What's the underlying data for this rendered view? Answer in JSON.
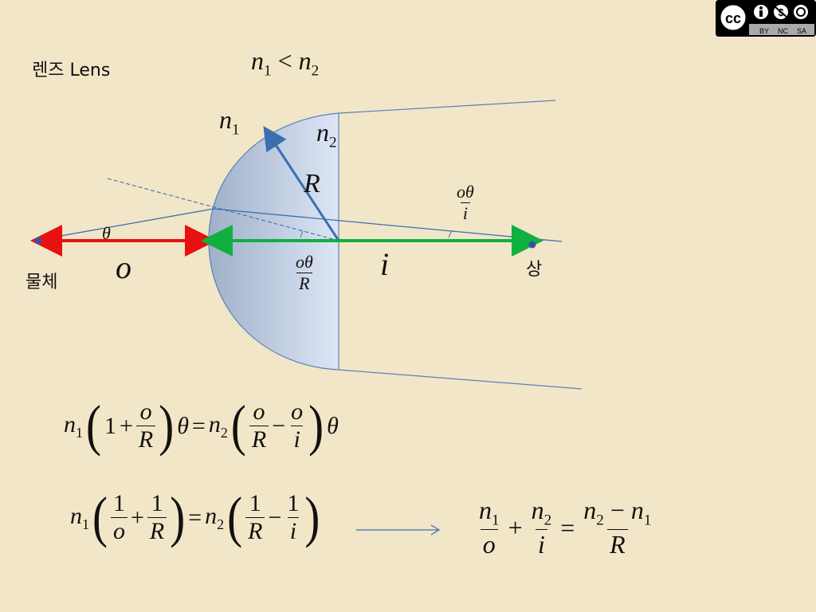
{
  "title": "렌즈 Lens",
  "condition": {
    "n_a": "n",
    "sub_a": "1",
    "op": "<",
    "n_b": "n",
    "sub_b": "2"
  },
  "diagram": {
    "object_label": "물체",
    "image_label": "상",
    "n1": {
      "sym": "n",
      "sub": "1"
    },
    "n2": {
      "sym": "n",
      "sub": "2"
    },
    "radius": "R",
    "theta": "θ",
    "o_label": "o",
    "i_label": "i",
    "frac_center": {
      "num": "oθ",
      "den": "R"
    },
    "frac_image": {
      "num": "oθ",
      "den": "i"
    }
  },
  "equations": {
    "eq1": {
      "left_coef": "n",
      "left_sub": "1",
      "one": "1",
      "plus": "+",
      "f1_num": "o",
      "f1_den": "R",
      "theta": "θ",
      "equals": "=",
      "right_coef": "n",
      "right_sub": "2",
      "f2_num": "o",
      "f2_den": "R",
      "minus": "−",
      "f3_num": "o",
      "f3_den": "i",
      "theta2": "θ"
    },
    "eq2": {
      "left_coef": "n",
      "left_sub": "1",
      "f1_num": "1",
      "f1_den": "o",
      "plus": "+",
      "f2_num": "1",
      "f2_den": "R",
      "equals": "=",
      "right_coef": "n",
      "right_sub": "2",
      "f3_num": "1",
      "f3_den": "R",
      "minus": "−",
      "f4_num": "1",
      "f4_den": "i"
    },
    "result": {
      "a_num": "n",
      "a_sub": "1",
      "a_den": "o",
      "plus": "+",
      "b_num": "n",
      "b_sub": "2",
      "b_den": "i",
      "equals": "=",
      "c_num_a": "n",
      "c_sub_a": "2",
      "c_minus": "−",
      "c_num_b": "n",
      "c_sub_b": "1",
      "c_den": "R"
    }
  },
  "license": {
    "cc": "cc",
    "by": "BY",
    "nc": "NC",
    "sa": "SA"
  },
  "colors": {
    "background": "#f2e6c8",
    "lens": "#b8c8e8",
    "ray": "#3a6fb0",
    "object_arrow": "#e81010",
    "image_arrow": "#10b040"
  }
}
